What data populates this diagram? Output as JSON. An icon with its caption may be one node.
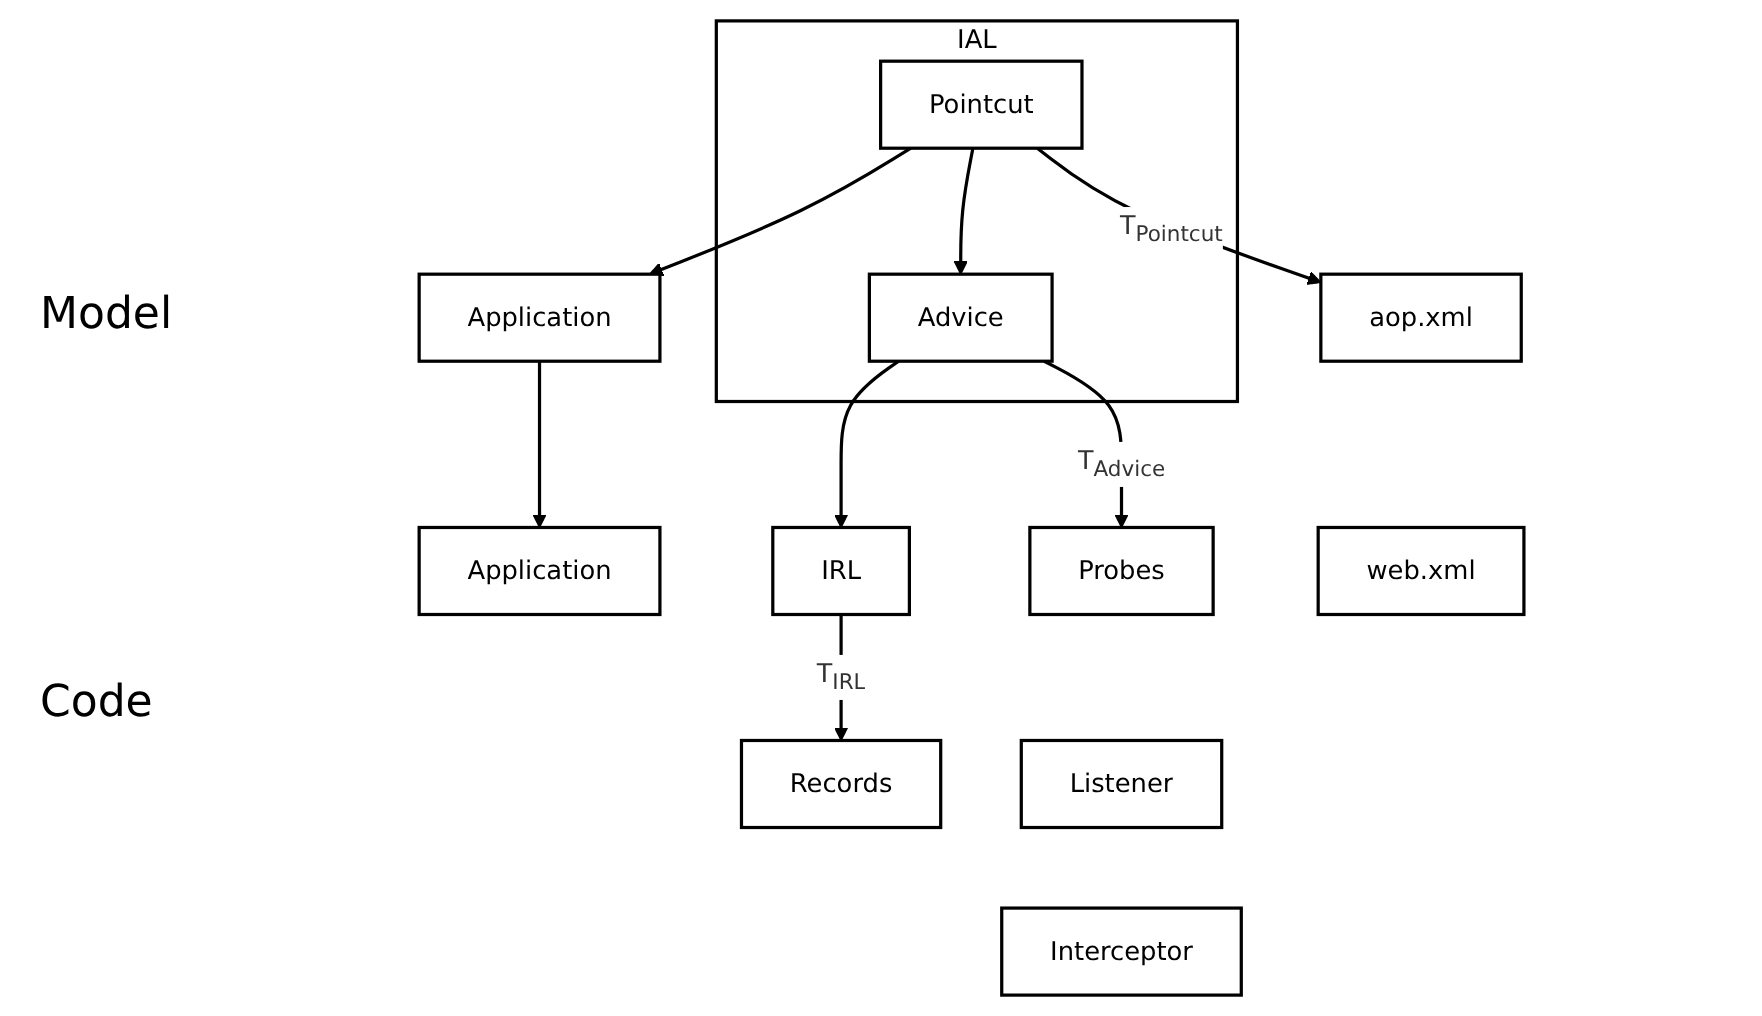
{
  "diagram": {
    "nodes": [
      {
        "text": [
          "IAL"
        ]
      },
      {
        "text": [
          "Pointcut"
        ],
        "in": 0
      },
      {
        "text": [
          "Advice"
        ],
        "in": 0
      },
      {
        "text": [
          "Application"
        ]
      },
      {
        "text": [
          "IRL"
        ]
      },
      {
        "text": [
          "Application"
        ]
      },
      {
        "text": [
          "aop.xml"
        ]
      },
      {
        "text": [
          "web.xml"
        ]
      },
      {
        "text": [
          "Probes"
        ]
      },
      {
        "text": [
          "Listener"
        ]
      },
      {
        "text": [
          "Interceptor"
        ]
      },
      {
        "text": [
          "Records"
        ]
      }
    ],
    "edges": [
      {
        "from": 1,
        "to": 3,
        "arrow": "to"
      },
      {
        "from": 1,
        "to": 2,
        "arrow": "to"
      },
      {
        "from": 2,
        "to": 4,
        "arrow": "to"
      },
      {
        "from": 3,
        "to": 5,
        "arrow": "to"
      },
      {
        "from": 1,
        "to": 6,
        "arrow": "to",
        "label": "T$_{Pointcut}$"
      },
      {
        "from": 2,
        "to": 8,
        "arrow": "to",
        "label": "T$_{Advice}$"
      },
      {
        "from": 4,
        "to": 11,
        "arrow": "to",
        "label": "T$_{IRL}$"
      }
    ],
    "labels": [
      "Model",
      "Code"
    ]
  }
}
